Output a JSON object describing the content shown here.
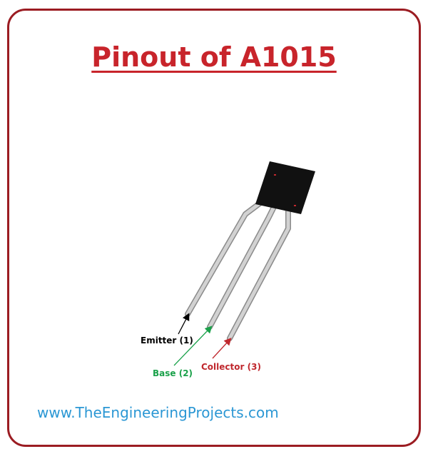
{
  "title": "Pinout of A1015",
  "pins": [
    {
      "label": "Emitter (1)",
      "color": "#000000"
    },
    {
      "label": "Base (2)",
      "color": "#1aa14a"
    },
    {
      "label": "Collector (3)",
      "color": "#c0282e"
    }
  ],
  "website": "www.TheEngineeringProjects.com",
  "colors": {
    "border": "#9b1c22",
    "title": "#c8242b",
    "website": "#2b97d4",
    "body": "#111111",
    "lead": "#c9c9c9"
  }
}
